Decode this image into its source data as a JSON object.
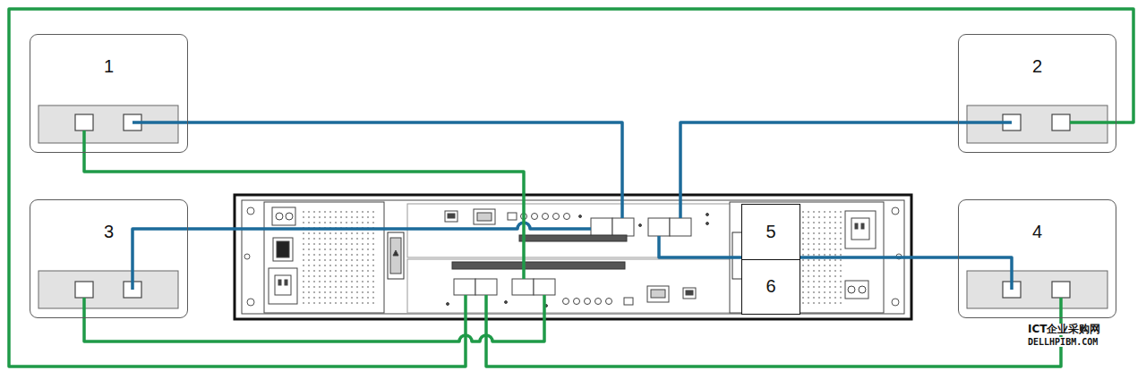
{
  "diagram": {
    "nodes": [
      {
        "text": [
          "1"
        ]
      },
      {
        "text": [
          "2"
        ]
      },
      {
        "text": [
          "3"
        ]
      },
      {
        "text": [
          "4"
        ]
      },
      {
        "text": [
          "5",
          "6"
        ]
      }
    ],
    "labels": [
      "ICT企业采购网",
      "DELLHPIBM.COM"
    ]
  }
}
